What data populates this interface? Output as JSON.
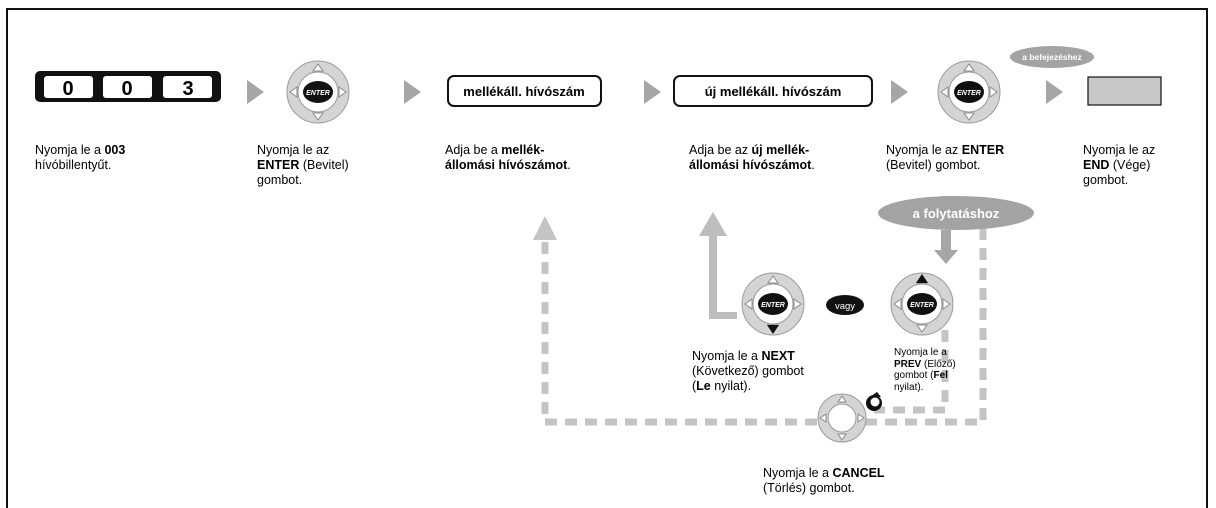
{
  "keys": [
    "0",
    "0",
    "3"
  ],
  "enter_label": "ENTER",
  "fields": {
    "ext_number": "mellékáll. hívószám",
    "new_ext_number": "új mellékáll. hívószám"
  },
  "bubbles": {
    "finish": "a befejezéshez",
    "continue": "a folytatáshoz",
    "or": "vagy"
  },
  "captions": {
    "step1": [
      {
        "t": "Nyomja le a ",
        "b": false
      },
      {
        "t": "003",
        "b": true
      },
      {
        "t": "\nhívóbillentyűt.",
        "b": false
      }
    ],
    "step2": [
      {
        "t": "Nyomja le az\n",
        "b": false
      },
      {
        "t": "ENTER",
        "b": true
      },
      {
        "t": " (Bevitel)\ngombot.",
        "b": false
      }
    ],
    "step3": [
      {
        "t": "Adja be a ",
        "b": false
      },
      {
        "t": "mellék-\nállomási hívószámot",
        "b": true
      },
      {
        "t": ".",
        "b": false
      }
    ],
    "step4": [
      {
        "t": "Adja be az ",
        "b": false
      },
      {
        "t": "új mellék-\nállomási hívószámot",
        "b": true
      },
      {
        "t": ".",
        "b": false
      }
    ],
    "step5": [
      {
        "t": "Nyomja le az ",
        "b": false
      },
      {
        "t": "ENTER",
        "b": true
      },
      {
        "t": "\n(Bevitel) gombot.",
        "b": false
      }
    ],
    "step6": [
      {
        "t": "Nyomja le az\n",
        "b": false
      },
      {
        "t": "END",
        "b": true
      },
      {
        "t": " (Vége)\ngombot.",
        "b": false
      }
    ],
    "next": [
      {
        "t": "Nyomja le a ",
        "b": false
      },
      {
        "t": "NEXT",
        "b": true
      },
      {
        "t": "\n(Következő) gombot\n(",
        "b": false
      },
      {
        "t": "Le",
        "b": true
      },
      {
        "t": " nyilat).",
        "b": false
      }
    ],
    "prev": [
      {
        "t": "Nyomja le a\n",
        "b": false
      },
      {
        "t": "PREV",
        "b": true
      },
      {
        "t": " (Előző)\ngombot (",
        "b": false
      },
      {
        "t": "Fel",
        "b": true
      },
      {
        "t": "\nnyilat).",
        "b": false
      }
    ],
    "cancel": [
      {
        "t": "Nyomja le a ",
        "b": false
      },
      {
        "t": "CANCEL",
        "b": true
      },
      {
        "t": "\n(Törlés) gombot.",
        "b": false
      }
    ]
  },
  "colors": {
    "dark_keypad": "#111111",
    "gray_arrow": "#bdbdbd",
    "dpad_fill": "#d4d4d4",
    "bubble_fill": "#a3a3a3",
    "end_button": "#c8c8c8"
  }
}
